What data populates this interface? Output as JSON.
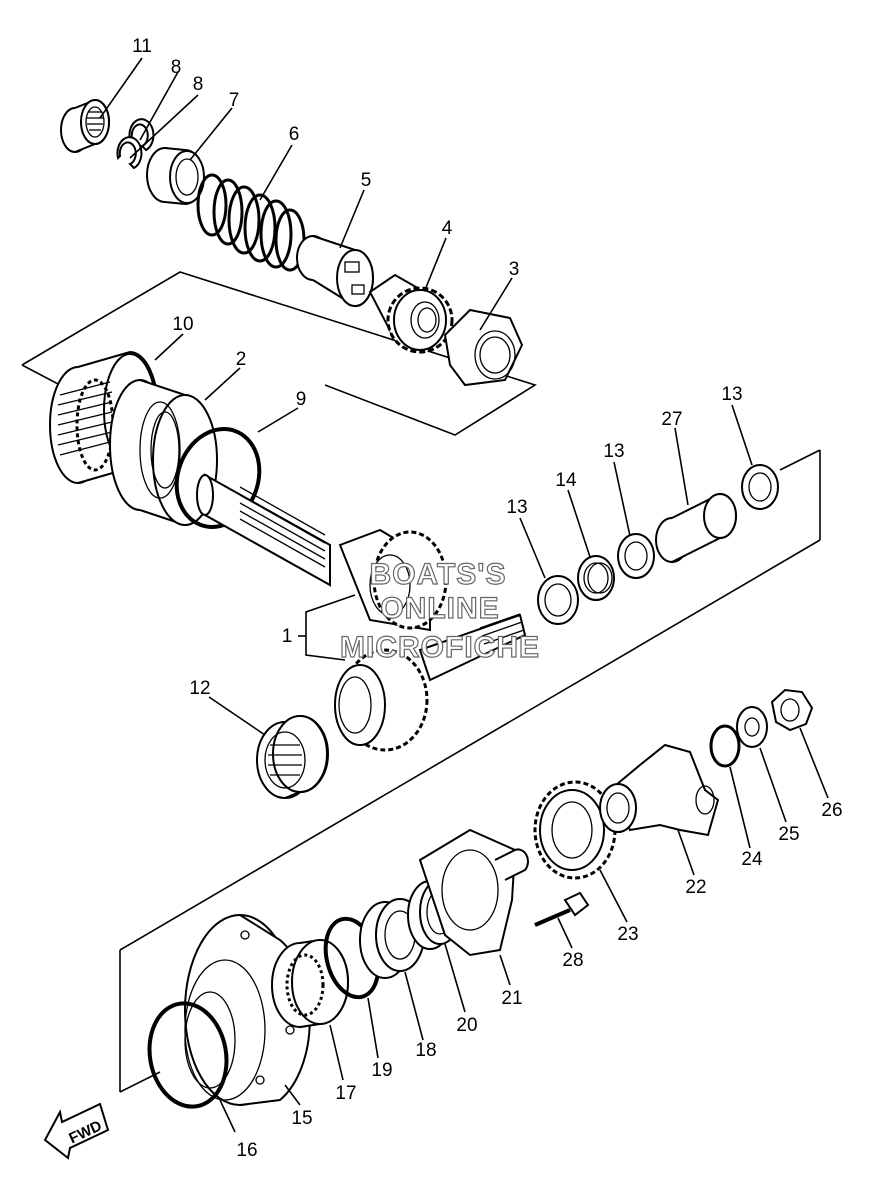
{
  "labels": {
    "l1": "1",
    "l2": "2",
    "l3": "3",
    "l4": "4",
    "l5": "5",
    "l6": "6",
    "l7": "7",
    "l8a": "8",
    "l8b": "8",
    "l9": "9",
    "l10": "10",
    "l11": "11",
    "l12": "12",
    "l13a": "13",
    "l13b": "13",
    "l13c": "13",
    "l14": "14",
    "l15": "15",
    "l16": "16",
    "l17": "17",
    "l18": "18",
    "l19": "19",
    "l20": "20",
    "l21": "21",
    "l22": "22",
    "l23": "23",
    "l24": "24",
    "l25": "25",
    "l26": "26",
    "l27": "27",
    "l28": "28"
  },
  "fwd": "FWD",
  "watermark": {
    "line1": "BOATS'S",
    "line2": "ONLINE",
    "line3": "MICROFICHE"
  }
}
